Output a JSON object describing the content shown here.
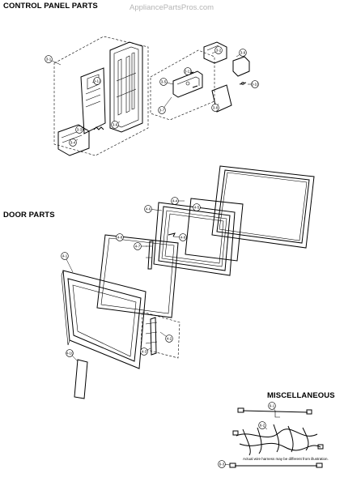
{
  "headings": {
    "control_panel": "CONTROL PANEL PARTS",
    "door": "DOOR PARTS",
    "miscellaneous": "MISCELLANEOUS"
  },
  "watermark": "AppliancePartsPros.com",
  "harness_note": "Actual wire harness may be different from illustration.",
  "callouts": {
    "control_panel": [
      "3-1",
      "3-2",
      "3-3",
      "3-4",
      "3-5",
      "3-6",
      "3-7",
      "3-8",
      "3-9",
      "3-10",
      "3-11",
      "3-12"
    ],
    "door": [
      "4-1",
      "4-2",
      "4-3",
      "4-4",
      "4-5",
      "4-6",
      "4-7",
      "4-8",
      "4-9",
      "4-10"
    ],
    "misc": [
      "6-1",
      "6-2",
      "6-3"
    ]
  }
}
